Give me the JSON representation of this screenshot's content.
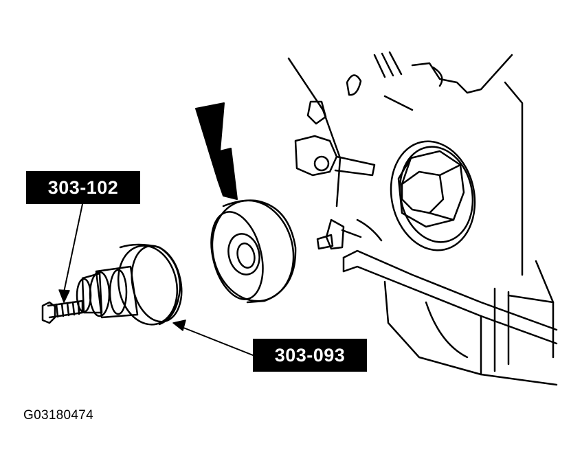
{
  "callouts": {
    "tool_a": "303-102",
    "tool_b": "303-093"
  },
  "figure_id": "G03180474",
  "colors": {
    "ink": "#000000",
    "paper": "#ffffff"
  }
}
